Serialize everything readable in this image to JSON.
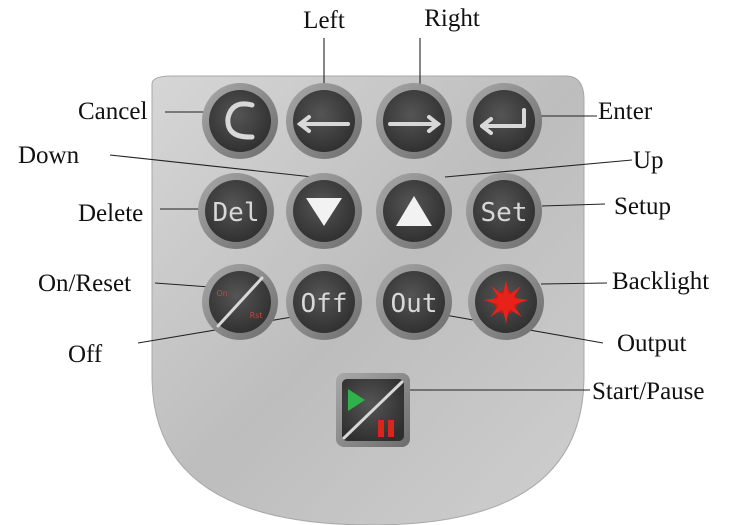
{
  "callouts": {
    "left": "Left",
    "right": "Right",
    "cancel": "Cancel",
    "enter": "Enter",
    "down": "Down",
    "up": "Up",
    "delete": "Delete",
    "setup": "Setup",
    "on_reset": "On/Reset",
    "backlight": "Backlight",
    "off": "Off",
    "output": "Output",
    "start_pause": "Start/Pause"
  },
  "keys": {
    "delete": "Del",
    "setup": "Set",
    "off": "Off",
    "output": "Out",
    "on_reset_small_top": "On",
    "on_reset_small_bottom": "Rst"
  },
  "colors": {
    "panel": "#c8c8c8",
    "key_face": "#3f3f3f",
    "key_ring": "#8a8a8a",
    "backlight_red": "#e8221a",
    "play_green": "#2fb24a",
    "pause_red": "#d9261c",
    "callout_line": "#222222"
  },
  "icons": {
    "cancel": "c-shaped-cancel-icon",
    "left": "arrow-left-icon",
    "right": "arrow-right-icon",
    "enter": "enter-return-icon",
    "down": "triangle-down-icon",
    "up": "triangle-up-icon",
    "backlight": "starburst-icon",
    "start_pause": "play-pause-icon"
  }
}
